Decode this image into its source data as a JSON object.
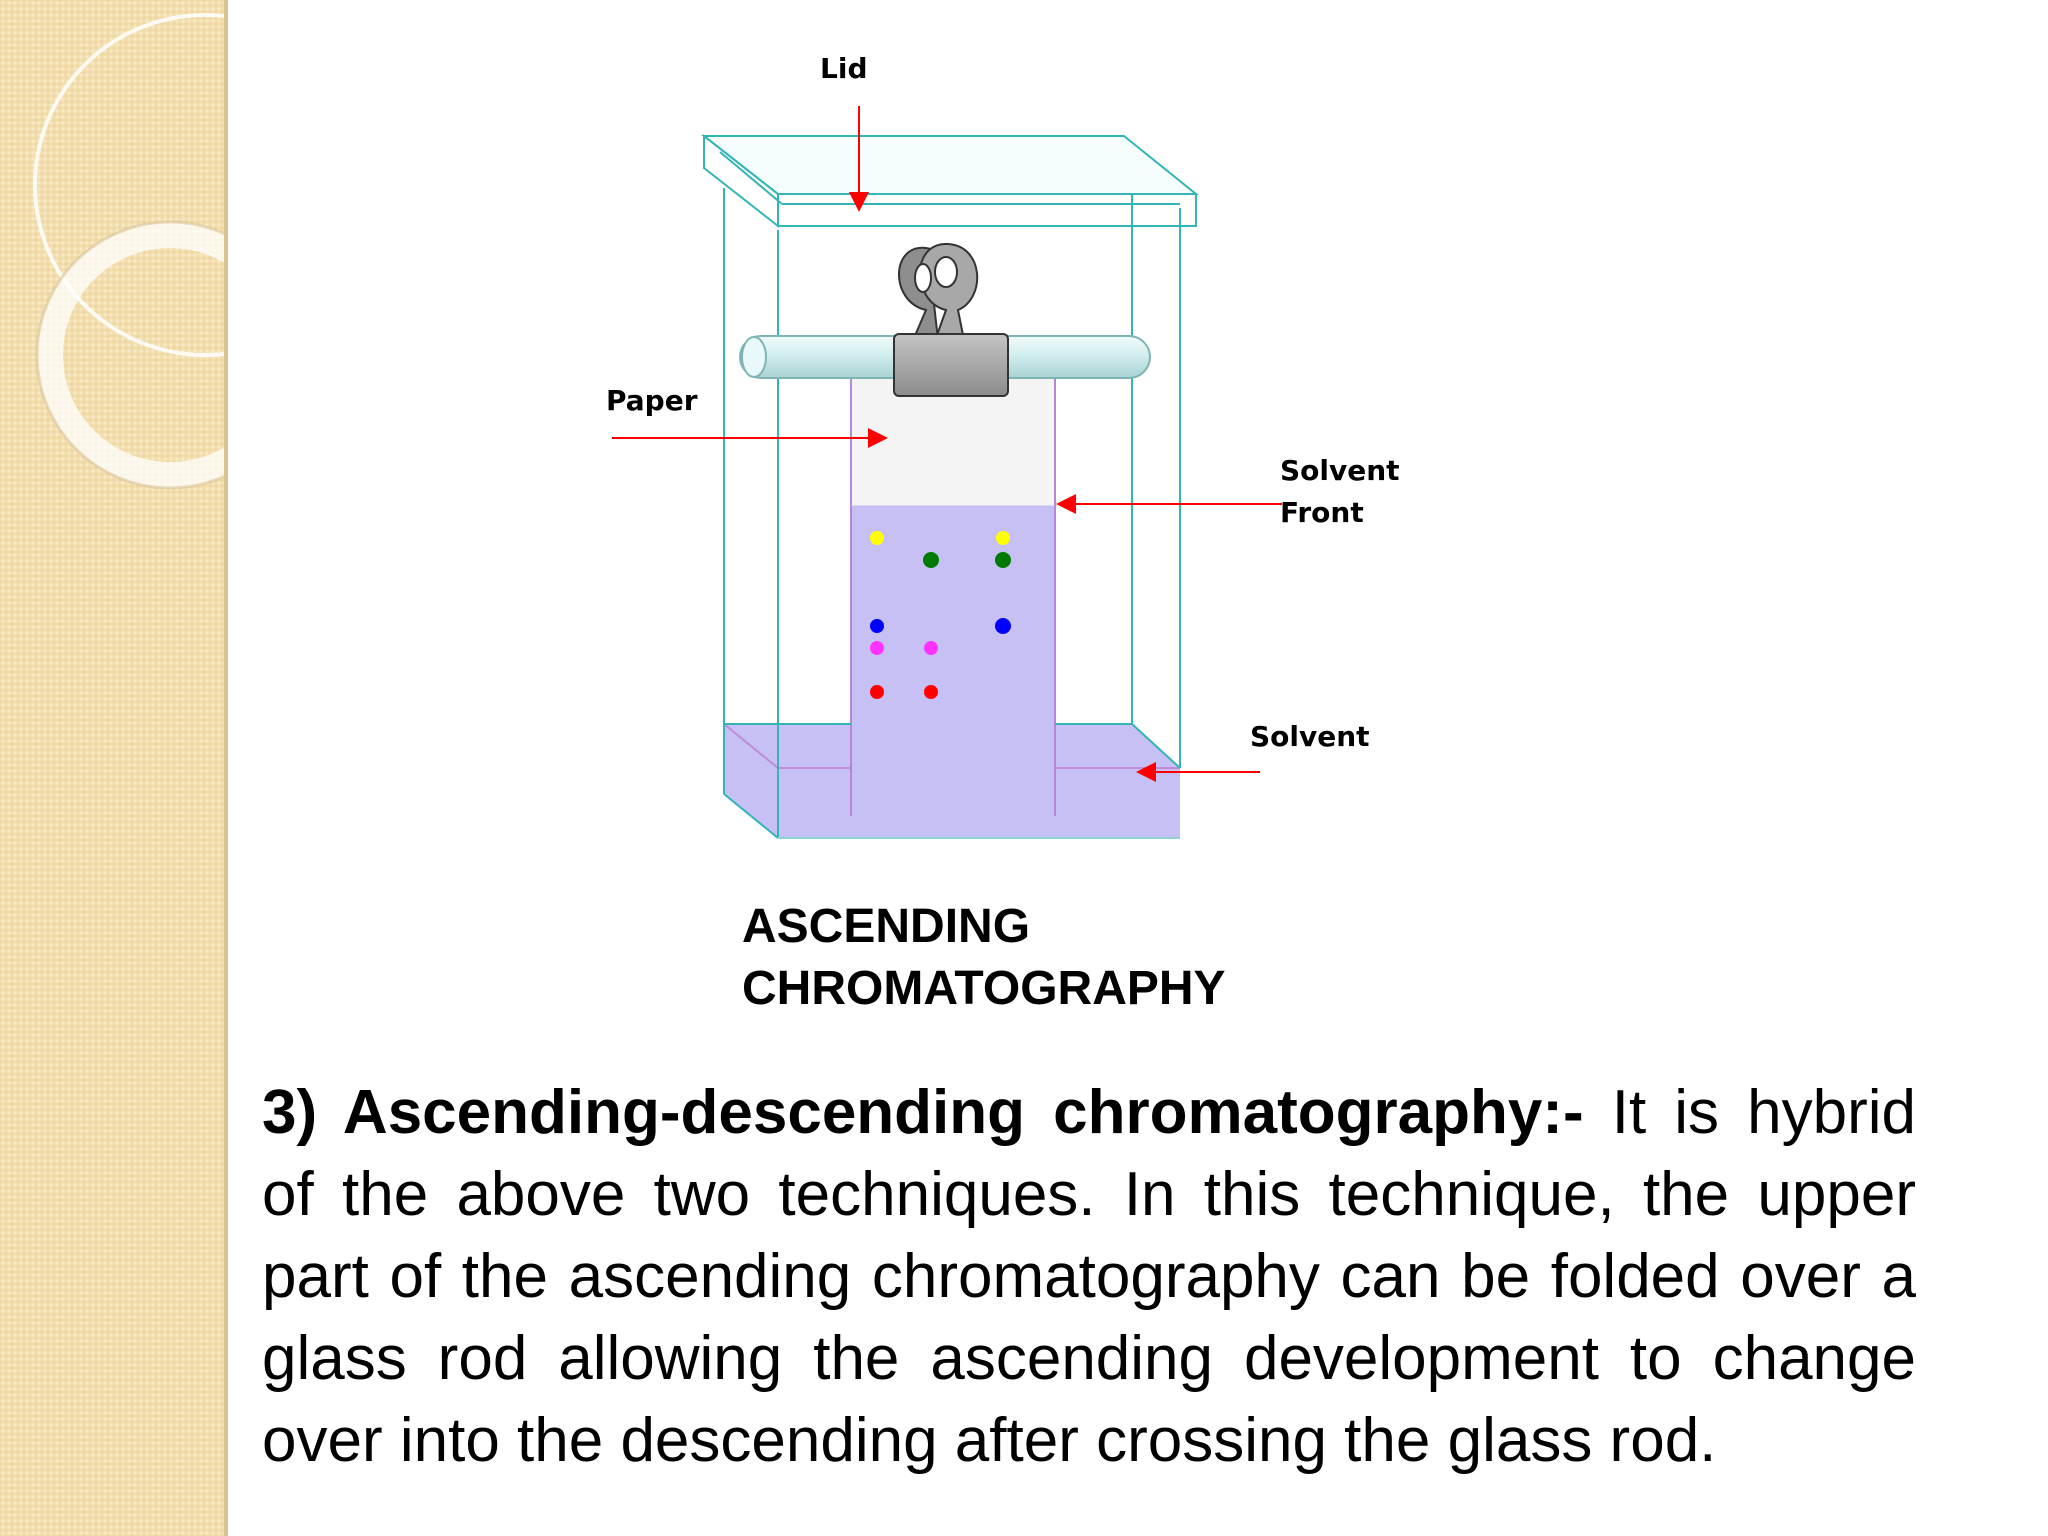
{
  "diagram": {
    "labels": {
      "lid": "Lid",
      "paper": "Paper",
      "solvent_front_line1": "Solvent",
      "solvent_front_line2": "Front",
      "solvent": "Solvent"
    },
    "colors": {
      "tank_outline": "#33b5b8",
      "arrow": "#ff0000",
      "solvent_fill": "#c7c0f5",
      "paper_fill": "#f4f4f4",
      "rod_fill": "#d8eeee",
      "clip_fill": "#a5a5a5",
      "spot_yellow": "#ffff00",
      "spot_green": "#007a00",
      "spot_blue": "#0000ff",
      "spot_magenta": "#ff33ff",
      "spot_red": "#ff0000"
    }
  },
  "caption": {
    "line1": "ASCENDING",
    "line2": "CHROMATOGRAPHY"
  },
  "paragraph": {
    "heading": "3) Ascending-descending chromatography:-",
    "text": "It is hybrid of the above two techniques. In this technique, the upper part of the ascending chromatography can be folded over a glass rod allowing the ascending development to change over into the descending after crossing the glass rod."
  }
}
